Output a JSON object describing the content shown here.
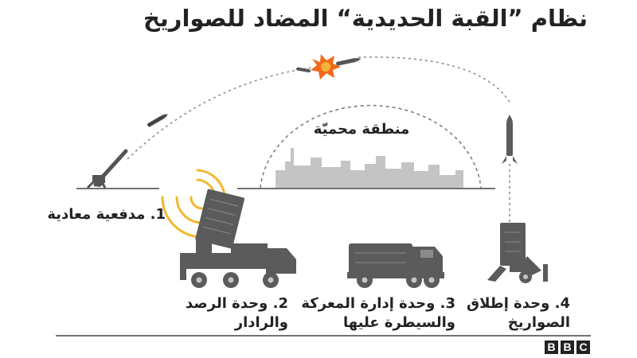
{
  "title": "نظام ”القبة الحديدية“ المضاد للصواريخ",
  "protected_zone_label": "منطقة محميّة",
  "components": [
    {
      "number": "1.",
      "lines": [
        "مدفعية معادية"
      ]
    },
    {
      "number": "2.",
      "lines": [
        "وحدة الرصد",
        "والرادار"
      ]
    },
    {
      "number": "3.",
      "lines": [
        "وحدة إدارة المعركة",
        "والسيطرة عليها"
      ]
    },
    {
      "number": "4.",
      "lines": [
        "وحدة إطلاق",
        "الصواريخ"
      ]
    }
  ],
  "logo": {
    "letters": [
      "B",
      "B",
      "C"
    ]
  },
  "colors": {
    "vehicle": "#5b5b5b",
    "city": "#c4c4c4",
    "radar_waves": "#f2b830",
    "explosion": "#f06a1a",
    "trajectory": "#8a8a8a"
  },
  "icons": [
    "enemy-artillery-icon",
    "radar-truck-icon",
    "command-truck-icon",
    "launcher-icon",
    "interceptor-missile-icon",
    "incoming-rocket-icon",
    "explosion-icon",
    "city-skyline-icon",
    "radar-waves-icon"
  ]
}
